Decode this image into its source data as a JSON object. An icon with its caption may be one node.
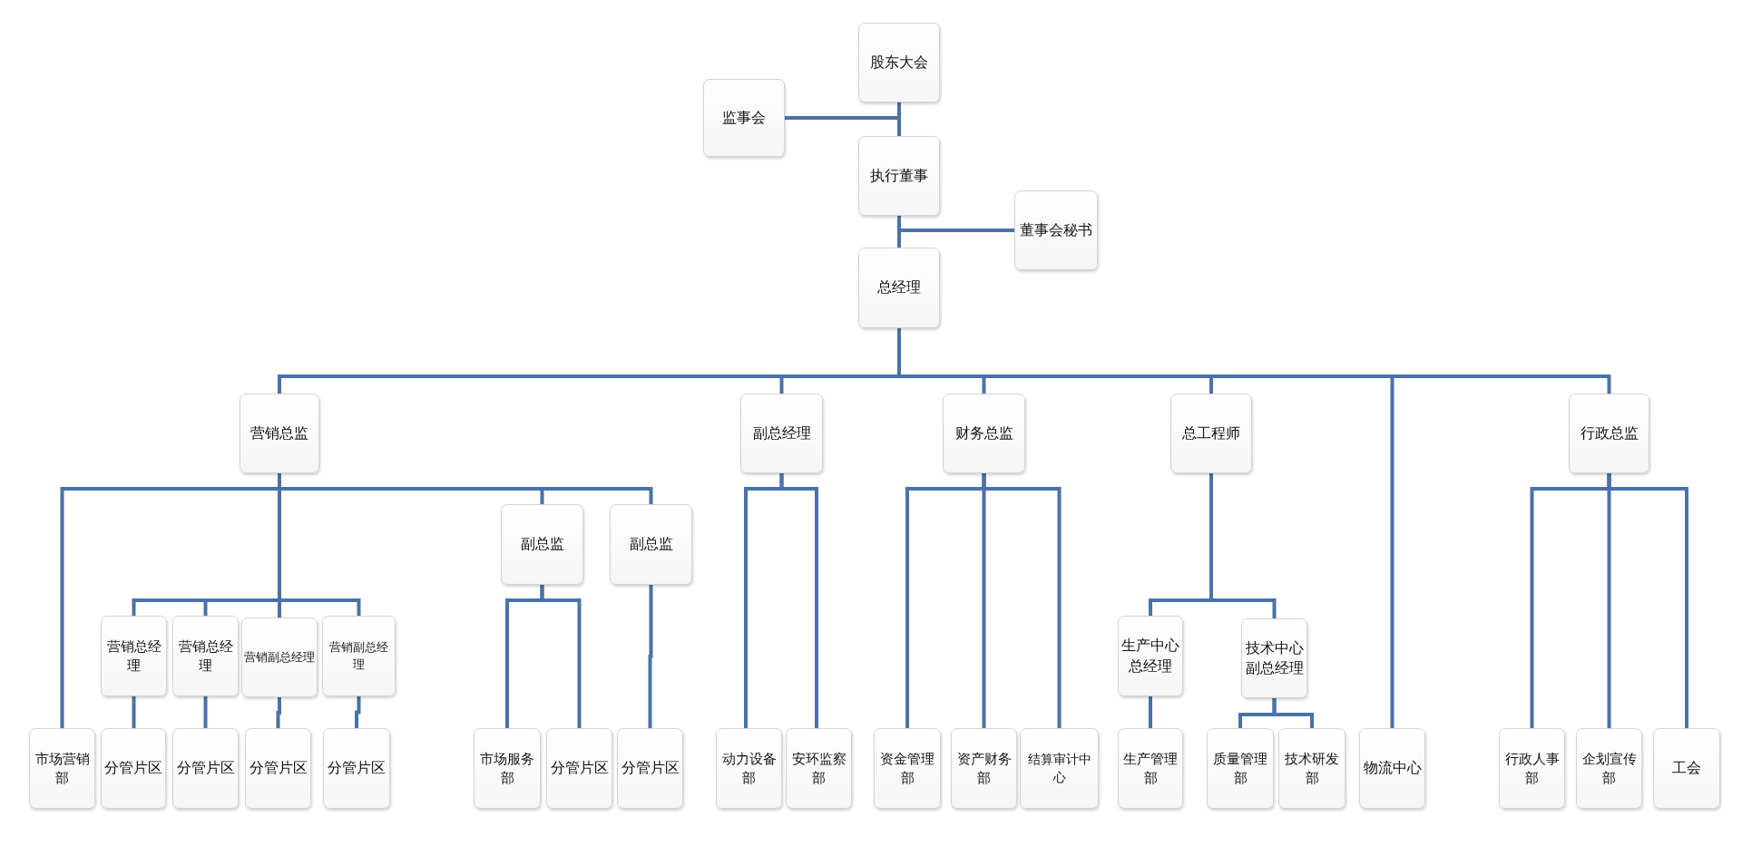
{
  "diagram": {
    "nodes": [
      {
        "text": [
          "股东大会"
        ]
      },
      {
        "text": [
          "监事会"
        ]
      },
      {
        "text": [
          "执行董事"
        ]
      },
      {
        "text": [
          "董事会秘书"
        ]
      },
      {
        "text": [
          "总经理"
        ]
      },
      {
        "text": [
          "营销总监"
        ]
      },
      {
        "text": [
          "副总经理"
        ]
      },
      {
        "text": [
          "财务总监"
        ]
      },
      {
        "text": [
          "总工程师"
        ]
      },
      {
        "text": [
          "行政总监"
        ]
      },
      {
        "text": [
          "副总监"
        ]
      },
      {
        "text": [
          "副总监"
        ]
      },
      {
        "text": [
          "营销总经理"
        ]
      },
      {
        "text": [
          "营销总经理"
        ]
      },
      {
        "text": [
          "营销副总经理"
        ]
      },
      {
        "text": [
          "营销副总经理"
        ]
      },
      {
        "text": [
          "生产中心总经理"
        ]
      },
      {
        "text": [
          "技术中心副总经理"
        ]
      },
      {
        "text": [
          "市场营销部"
        ]
      },
      {
        "text": [
          "分管片区"
        ]
      },
      {
        "text": [
          "分管片区"
        ]
      },
      {
        "text": [
          "分管片区"
        ]
      },
      {
        "text": [
          "分管片区"
        ]
      },
      {
        "text": [
          "市场服务部"
        ]
      },
      {
        "text": [
          "分管片区"
        ]
      },
      {
        "text": [
          "分管片区"
        ]
      },
      {
        "text": [
          "动力设备部"
        ]
      },
      {
        "text": [
          "安环监察部"
        ]
      },
      {
        "text": [
          "资金管理部"
        ]
      },
      {
        "text": [
          "资产财务部"
        ]
      },
      {
        "text": [
          "结算审计中心"
        ]
      },
      {
        "text": [
          "生产管理部"
        ]
      },
      {
        "text": [
          "质量管理部"
        ]
      },
      {
        "text": [
          "技术研发部"
        ]
      },
      {
        "text": [
          "物流中心"
        ]
      },
      {
        "text": [
          "行政人事部"
        ]
      },
      {
        "text": [
          "企划宣传部"
        ]
      },
      {
        "text": [
          "工会"
        ]
      }
    ],
    "edges": [
      {
        "from": 0,
        "to": 1,
        "arrow": "none"
      },
      {
        "from": 0,
        "to": 2,
        "arrow": "none"
      },
      {
        "from": 2,
        "to": 3,
        "arrow": "none"
      },
      {
        "from": 2,
        "to": 4,
        "arrow": "none"
      },
      {
        "from": 4,
        "to": 5,
        "arrow": "none"
      },
      {
        "from": 4,
        "to": 6,
        "arrow": "none"
      },
      {
        "from": 4,
        "to": 7,
        "arrow": "none"
      },
      {
        "from": 4,
        "to": 8,
        "arrow": "none"
      },
      {
        "from": 4,
        "to": 34,
        "arrow": "none"
      },
      {
        "from": 4,
        "to": 9,
        "arrow": "none"
      },
      {
        "from": 5,
        "to": 18,
        "arrow": "none"
      },
      {
        "from": 5,
        "to": 10,
        "arrow": "none"
      },
      {
        "from": 5,
        "to": 11,
        "arrow": "none"
      },
      {
        "from": 5,
        "to": 12,
        "arrow": "none"
      },
      {
        "from": 5,
        "to": 13,
        "arrow": "none"
      },
      {
        "from": 5,
        "to": 14,
        "arrow": "none"
      },
      {
        "from": 5,
        "to": 15,
        "arrow": "none"
      },
      {
        "from": 12,
        "to": 19,
        "arrow": "none"
      },
      {
        "from": 13,
        "to": 20,
        "arrow": "none"
      },
      {
        "from": 14,
        "to": 21,
        "arrow": "none"
      },
      {
        "from": 15,
        "to": 22,
        "arrow": "none"
      },
      {
        "from": 10,
        "to": 23,
        "arrow": "none"
      },
      {
        "from": 10,
        "to": 24,
        "arrow": "none"
      },
      {
        "from": 11,
        "to": 25,
        "arrow": "none"
      },
      {
        "from": 6,
        "to": 26,
        "arrow": "none"
      },
      {
        "from": 6,
        "to": 27,
        "arrow": "none"
      },
      {
        "from": 7,
        "to": 28,
        "arrow": "none"
      },
      {
        "from": 7,
        "to": 29,
        "arrow": "none"
      },
      {
        "from": 7,
        "to": 30,
        "arrow": "none"
      },
      {
        "from": 8,
        "to": 16,
        "arrow": "none"
      },
      {
        "from": 8,
        "to": 17,
        "arrow": "none"
      },
      {
        "from": 16,
        "to": 31,
        "arrow": "none"
      },
      {
        "from": 17,
        "to": 32,
        "arrow": "none"
      },
      {
        "from": 17,
        "to": 33,
        "arrow": "none"
      },
      {
        "from": 9,
        "to": 35,
        "arrow": "none"
      },
      {
        "from": 9,
        "to": 36,
        "arrow": "none"
      },
      {
        "from": 9,
        "to": 37,
        "arrow": "none"
      }
    ]
  }
}
